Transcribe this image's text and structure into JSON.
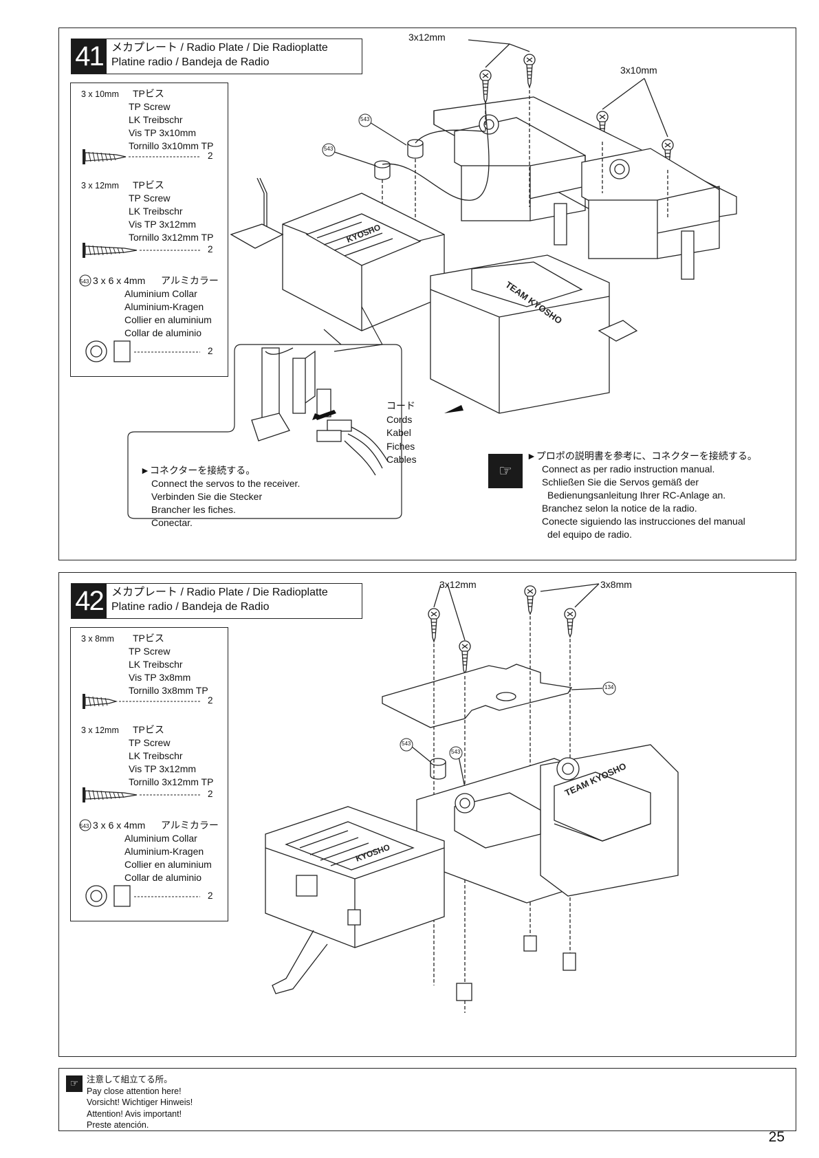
{
  "step41": {
    "number": "41",
    "title_line1": "メカプレート / Radio Plate / Die Radioplatte",
    "title_line2": "Platine radio / Bandeja de Radio",
    "parts": {
      "screw10_size": "3 x 10mm",
      "screw10_jp": "TPビス",
      "screw10_names": [
        "TP Screw",
        "LK Treibschr",
        "Vis TP 3x10mm",
        "Tornillo 3x10mm TP"
      ],
      "screw10_qty": "2",
      "screw12_size": "3 x 12mm",
      "screw12_jp": "TPビス",
      "screw12_names": [
        "TP Screw",
        "LK Treibschr",
        "Vis TP 3x12mm",
        "Tornillo 3x12mm TP"
      ],
      "screw12_qty": "2",
      "collar_num": "543",
      "collar_size": "3 x 6 x 4mm",
      "collar_jp": "アルミカラー",
      "collar_names": [
        "Aluminium Collar",
        "Aluminium-Kragen",
        "Collier en aluminium",
        "Collar de aluminio"
      ],
      "collar_qty": "2"
    },
    "labels": {
      "screw12": "3x12mm",
      "screw10": "3x10mm",
      "part543a": "543",
      "part543b": "543",
      "logo1": "KYOSHO",
      "logo2": "TEAM KYOSHO"
    },
    "detail": {
      "cords": [
        "コード",
        "Cords",
        "Kabel",
        "Fiches",
        "Cables"
      ],
      "connect": [
        "►コネクターを接続する。",
        "Connect the servos to the receiver.",
        "Verbinden Sie die Stecker",
        "Brancher les fiches.",
        "Conectar."
      ]
    },
    "note": [
      "►プロポの説明書を参考に、コネクターを接続する。",
      "Connect as per radio instruction manual.",
      "Schließen Sie die Servos gemäß der",
      "Bedienungsanleitung Ihrer RC-Anlage an.",
      "Branchez selon la notice de la radio.",
      "Conecte siguiendo las instrucciones del manual",
      "del equipo de radio."
    ]
  },
  "step42": {
    "number": "42",
    "title_line1": "メカプレート / Radio Plate / Die Radioplatte",
    "title_line2": "Platine radio / Bandeja de Radio",
    "parts": {
      "screw8_size": "3 x 8mm",
      "screw8_jp": "TPビス",
      "screw8_names": [
        "TP Screw",
        "LK Treibschr",
        "Vis TP 3x8mm",
        "Tornillo 3x8mm TP"
      ],
      "screw8_qty": "2",
      "screw12_size": "3 x 12mm",
      "screw12_jp": "TPビス",
      "screw12_names": [
        "TP Screw",
        "LK Treibschr",
        "Vis TP 3x12mm",
        "Tornillo 3x12mm TP"
      ],
      "screw12_qty": "2",
      "collar_num": "543",
      "collar_size": "3 x 6 x 4mm",
      "collar_jp": "アルミカラー",
      "collar_names": [
        "Aluminium Collar",
        "Aluminium-Kragen",
        "Collier en aluminium",
        "Collar de aluminio"
      ],
      "collar_qty": "2"
    },
    "labels": {
      "screw12": "3x12mm",
      "screw8": "3x8mm",
      "part134": "134",
      "part543a": "543",
      "part543b": "543",
      "logo1": "KYOSHO",
      "logo2": "TEAM KYOSHO"
    }
  },
  "footer": {
    "lines": [
      "注意して組立てる所。",
      "Pay close attention here!",
      "Vorsicht!  Wichtiger Hinweis!",
      "Attention! Avis important!",
      "Preste atención."
    ]
  },
  "page_number": "25"
}
